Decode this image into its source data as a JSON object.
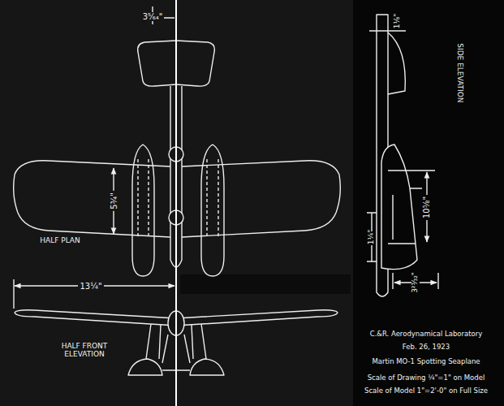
{
  "diagram": {
    "labels": [
      "3⁵⁄₆₄\"",
      "5¾\"",
      "HALF PLAN",
      "13¼\"",
      "HALF FRONT ELEVATION",
      "1⅛\"",
      "SIDE ELEVATION",
      "10⅝\"",
      "1¼\"",
      "3²³⁄₃₂\"",
      "C.&R. Aerodynamical Laboratory",
      "Feb. 26, 1923",
      "Martin MO-1 Spotting Seaplane",
      "Scale of Drawing ¼\"=1\" on Model",
      "Scale of Model 1\"=2'-0\" on Full Size"
    ]
  }
}
